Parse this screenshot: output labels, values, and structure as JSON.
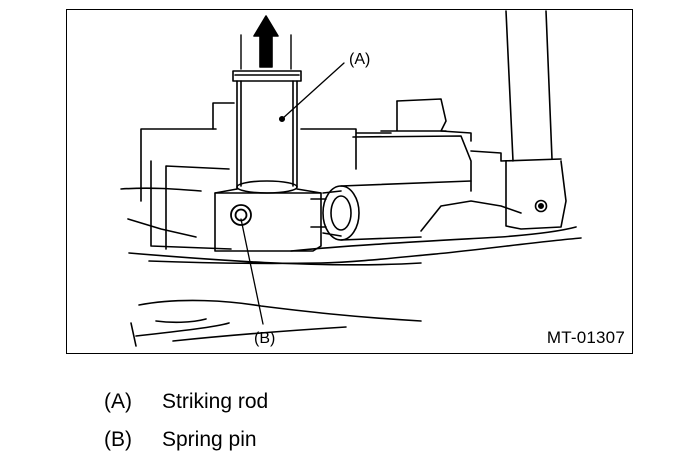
{
  "figure": {
    "code": "MT-01307",
    "callouts": [
      {
        "key": "(A)",
        "target": "striking-rod"
      },
      {
        "key": "(B)",
        "target": "spring-pin"
      }
    ]
  },
  "legend": [
    {
      "key": "(A)",
      "label": "Striking rod"
    },
    {
      "key": "(B)",
      "label": "Spring pin"
    }
  ]
}
